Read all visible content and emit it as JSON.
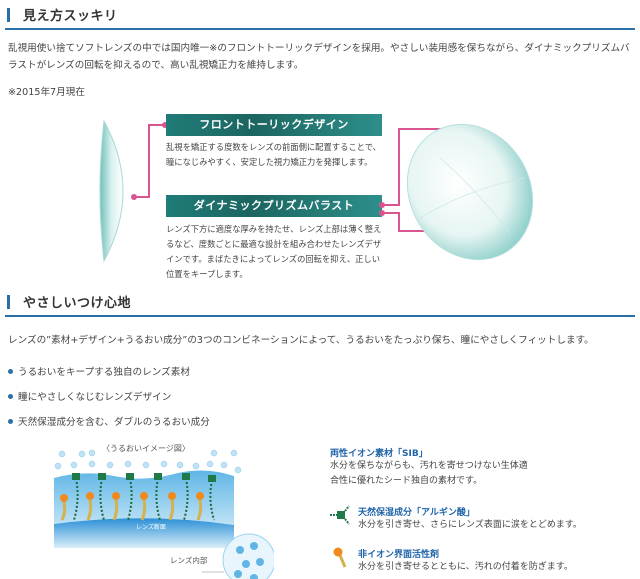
{
  "sections": [
    {
      "title": "見え方スッキリ",
      "body": "乱視用使い捨てソフトレンズの中では国内唯一※のフロントトーリックデザインを採用。やさしい装用感を保ちながら、ダイナミックプリズムバラストがレンズの回転を抑えるので、高い乱視矯正力を維持します。",
      "note": "※2015年7月現在"
    },
    {
      "title": "やさしいつけ心地",
      "body": "レンズの”素材+デザイン+うるおい成分”の3つのコンビネーションによって、うるおいをたっぷり保ち、瞳にやさしくフィットします。",
      "bullets": [
        "うるおいをキープする独自のレンズ素材",
        "瞳にやさしくなじむレンズデザイン",
        "天然保湿成分を含む、ダブルのうるおい成分"
      ]
    }
  ],
  "diagram": {
    "feature1": {
      "title": "フロントトーリックデザイン",
      "text": "乱視を矯正する度数をレンズの前面側に配置することで、瞳になじみやすく、安定した視力矯正力を発揮します。"
    },
    "feature2": {
      "title": "ダイナミックプリズムバラスト",
      "text": "レンズ下方に適度な厚みを持たせ、レンズ上部は薄く整えるなど、度数ごとに最適な設計を組み合わせたレンズデザインです。まばたきによってレンズの回転を抑え、正しい位置をキープします。"
    }
  },
  "moisture_image": {
    "caption": "〈うるおいイメージ図〉",
    "lens_section_label": "レンズ断面",
    "lens_inside_label": "レンズ内部"
  },
  "legend": [
    {
      "title": "両性イオン素材「SIB」",
      "desc": "水分を保ちながらも、汚れを寄せつけない生体適合性に優れたシード独自の素材です。",
      "icon": "none"
    },
    {
      "title": "天然保湿成分「アルギン酸」",
      "desc": "水分を引き寄せ、さらにレンズ表面に涙をとどめます。",
      "icon": "alginate-molecule-icon"
    },
    {
      "title": "非イオン界面活性剤",
      "desc": "水分を引き寄せるとともに、汚れの付着を防ぎます。",
      "icon": "surfactant-icon"
    }
  ],
  "colors": {
    "accent_blue": "#2a6fa8",
    "teal": "#1f7c78",
    "pink": "#d9558f",
    "legend_title": "#1f64a8"
  }
}
